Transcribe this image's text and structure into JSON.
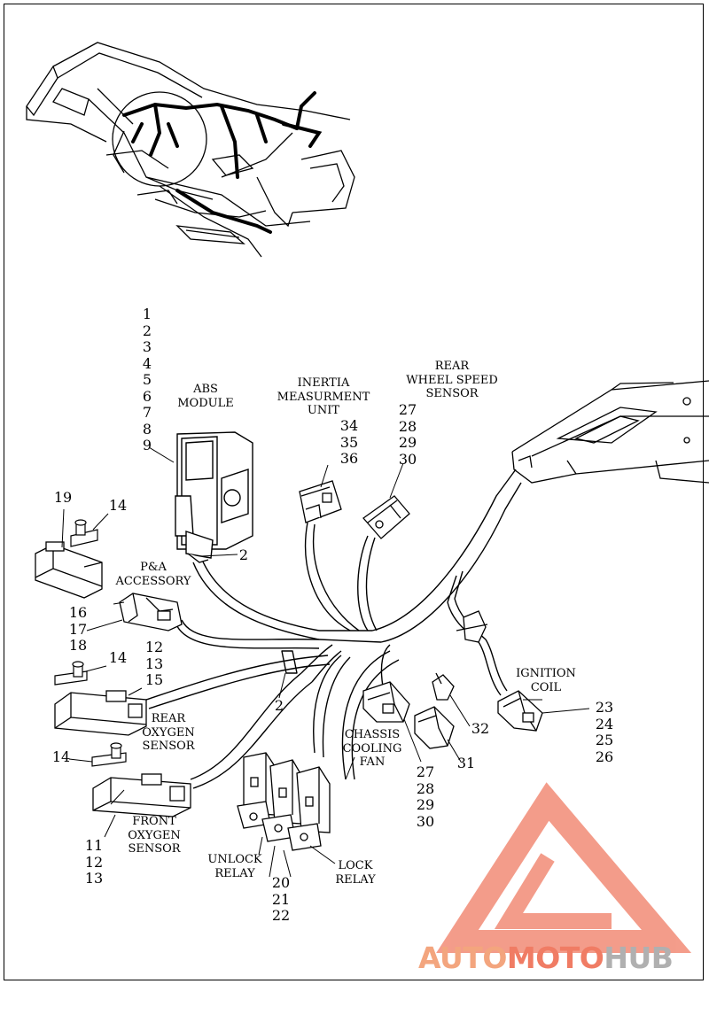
{
  "colors": {
    "line": "#000000",
    "logo_red": "#f07c64",
    "logo_orange": "#f3a57e",
    "logo_gray": "#b0b0b0"
  },
  "icons": [
    "motorcycle-frame-icon",
    "abs-module-icon",
    "connector-icon",
    "relay-icon",
    "clip-icon",
    "logo-triangle-icon"
  ],
  "callouts": {
    "abs_list": [
      "1",
      "2",
      "3",
      "4",
      "5",
      "6",
      "7",
      "8",
      "9"
    ],
    "abs_label": [
      "ABS",
      "MODULE"
    ],
    "two_a": "2",
    "two_b": "2",
    "inertia_label": [
      "INERTIA",
      "MEASURMENT",
      "UNIT"
    ],
    "inertia_nums": [
      "34",
      "35",
      "36"
    ],
    "rear_wss_label": [
      "REAR",
      "WHEEL SPEED",
      "SENSOR"
    ],
    "rear_wss_nums": [
      "27",
      "28",
      "29",
      "30"
    ],
    "nineteen": "19",
    "fourteen_a": "14",
    "fourteen_b": "14",
    "fourteen_c": "14",
    "pa_label": [
      "P&A",
      "ACCESSORY"
    ],
    "pa_nums": [
      "16",
      "17",
      "18"
    ],
    "rear_o2_nums": [
      "12",
      "13",
      "15"
    ],
    "rear_o2_label": [
      "REAR",
      "OXYGEN",
      "SENSOR"
    ],
    "front_o2_label": [
      "FRONT",
      "OXYGEN",
      "SENSOR"
    ],
    "front_o2_nums": [
      "11",
      "12",
      "13"
    ],
    "chassis_fan_label": [
      "CHASSIS",
      "COOLING",
      "FAN"
    ],
    "chassis_fan_nums": [
      "27",
      "28",
      "29",
      "30"
    ],
    "ignition_label": [
      "IGNITION",
      "COIL"
    ],
    "ignition_nums": [
      "23",
      "24",
      "25",
      "26"
    ],
    "thirty_two": "32",
    "thirty_one": "31",
    "unlock_label": [
      "UNLOCK",
      "RELAY"
    ],
    "lock_label": [
      "LOCK",
      "RELAY"
    ],
    "relay_nums": [
      "20",
      "21",
      "22"
    ]
  },
  "logo": {
    "part1": "AUTO",
    "part2": "MOTO",
    "part3": "HUB"
  }
}
